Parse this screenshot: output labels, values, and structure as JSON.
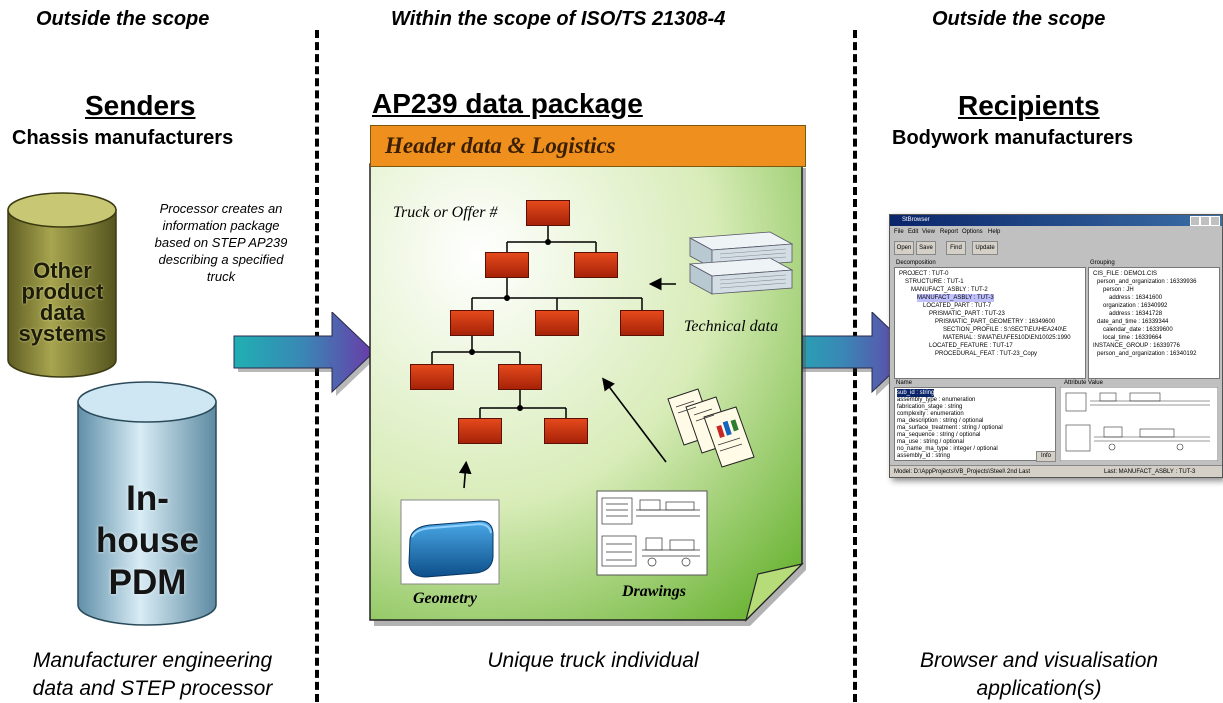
{
  "scopes": {
    "left": "Outside the scope",
    "center": "Within the scope of ISO/TS 21308-4",
    "right": "Outside the scope"
  },
  "senders": {
    "title": "Senders",
    "subtitle": "Chassis manufacturers",
    "processor_note": [
      "Processor creates an",
      "information package",
      "based on STEP AP239",
      "describing a specified",
      "truck"
    ],
    "cylinder_other": [
      "Other",
      "product",
      "data",
      "systems"
    ],
    "cylinder_pdm": [
      "In-house",
      "PDM"
    ],
    "footer": [
      "Manufacturer engineering",
      "data and STEP processor"
    ]
  },
  "package": {
    "title": "AP239 data package",
    "header": "Header data & Logistics",
    "tree_label": "Truck or Offer #",
    "technical_data": "Technical data",
    "geometry": "Geometry",
    "drawings": "Drawings",
    "footer": "Unique truck individual"
  },
  "recipients": {
    "title": "Recipients",
    "subtitle": "Bodywork manufacturers",
    "footer": [
      "Browser and visualisation",
      "application(s)"
    ]
  },
  "browser_window": {
    "title": "StBrowser",
    "menu": [
      "File",
      "Edit",
      "View",
      "Report",
      "Options",
      "Help"
    ],
    "toolbar": [
      "Open",
      "Save",
      "Find",
      "Update"
    ],
    "left_pane_header": "Decomposition",
    "right_pane_header": "Grouping",
    "left_tree": [
      "PROJECT : TUT-0",
      "STRUCTURE : TUT-1",
      "MANUFACT_ASBLY : TUT-2",
      "MANUFACT_ASBLY : TUT-3",
      "LOCATED_PART : TUT-7",
      "PRISMATIC_PART : TUT-23",
      "PRISMATIC_PART_GEOMETRY : 16349600",
      "SECTION_PROFILE : S:\\SECT\\EU\\HEA240\\E",
      "MATERIAL : S\\MAT\\EU\\FE510D\\EN10025:1990",
      "LOCATED_FEATURE : TUT-17",
      "PROCEDURAL_FEAT : TUT-23_Copy"
    ],
    "right_tree": [
      "CIS_FILE : DEMO1.CIS",
      "person_and_organization : 16339936",
      "person : JH",
      "address : 16341600",
      "organization : 16340992",
      "address : 16341728",
      "date_and_time : 16339344",
      "calendar_date : 16339600",
      "local_time : 16339664",
      "INSTANCE_GROUP : 16339776",
      "person_and_organization : 16340192"
    ],
    "attr_header_left": "Name",
    "attr_header_right": "Attribute Value",
    "attr_rows": [
      "sub_id : string",
      "assembly_type : enumeration",
      "fabrication_stage : string",
      "complexity : enumeration",
      "ma_description : string / optional",
      "ma_surface_treatment : string / optional",
      "ma_sequence : string / optional",
      "ma_use : string / optional",
      "no_name_ma_type : integer / optional",
      "assembly_id : string"
    ],
    "info_button": "Info",
    "status_left": "Model: D:\\AppProjects\\VB_Projects\\Steel\\ 2nd Last",
    "status_right": "Last: MANUFACT_ASBLY : TUT-3"
  },
  "colors": {
    "node_fill": "#c83210",
    "header_orange": "#ee8f1e",
    "arrow_teal": "#2a9fa8",
    "arrow_purple": "#6040a8",
    "cylinder_olive": "#8c8a3c",
    "cylinder_blue": "#9ec6da"
  }
}
